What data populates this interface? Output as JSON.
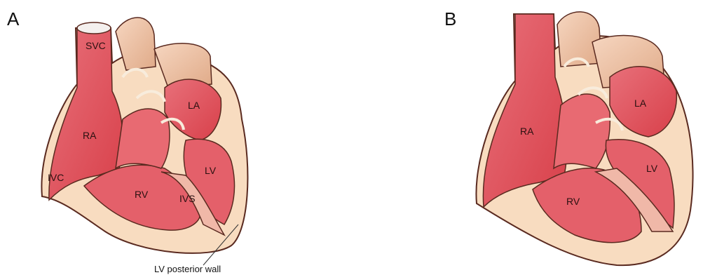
{
  "panels": [
    {
      "letter": "A",
      "labels": {
        "svc": "SVC",
        "ra": "RA",
        "ivc": "IVC",
        "rv": "RV",
        "la": "LA",
        "lv": "LV",
        "ivs": "IVS",
        "lv_posterior_wall": "LV posterior wall"
      }
    },
    {
      "letter": "B",
      "labels": {
        "ra": "RA",
        "rv": "RV",
        "la": "LA",
        "lv": "LV"
      }
    }
  ],
  "colors": {
    "chamber_red": "#e0505a",
    "chamber_light": "#f2a0a0",
    "vessel_tan": "#e6b898",
    "wall_cream": "#f8dcc0",
    "outline": "#5a2a20"
  }
}
